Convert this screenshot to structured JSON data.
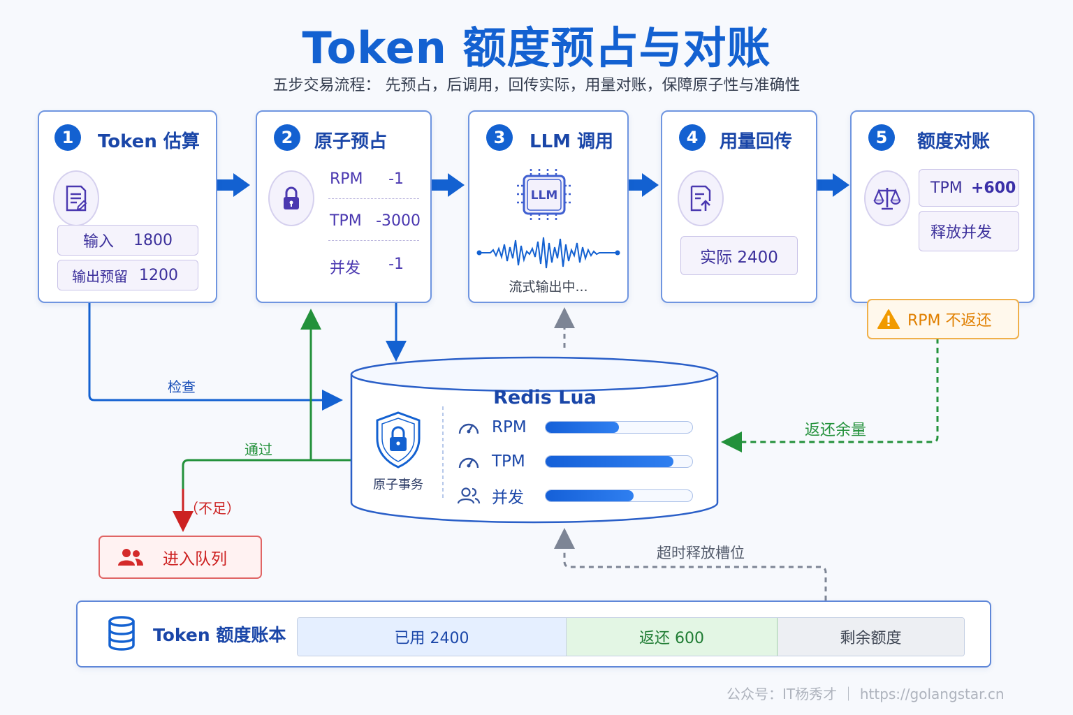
{
  "title": "Token 额度预占与对账",
  "subtitle": "五步交易流程： 先预占，后调用，回传实际，用量对账，保障原子性与准确性",
  "steps": [
    {
      "num": "1",
      "title": "Token 估算",
      "icon": "document-edit-icon",
      "rows": [
        {
          "label": "输入",
          "value": "1800"
        },
        {
          "label": "输出预留",
          "value": "1200"
        }
      ]
    },
    {
      "num": "2",
      "title": "原子预占",
      "icon": "lock-icon",
      "rows": [
        {
          "label": "RPM",
          "value": "-1"
        },
        {
          "label": "TPM",
          "value": "-3000"
        },
        {
          "label": "并发",
          "value": "-1"
        }
      ]
    },
    {
      "num": "3",
      "title": "LLM 调用",
      "icon": "chip-icon",
      "chip_label": "LLM",
      "status": "流式输出中..."
    },
    {
      "num": "4",
      "title": "用量回传",
      "icon": "document-upload-icon",
      "actual": "实际 2400"
    },
    {
      "num": "5",
      "title": "额度对账",
      "icon": "balance-scale-icon",
      "tpm_label": "TPM",
      "tpm_value": "+600",
      "release": "释放并发"
    }
  ],
  "warning": "RPM 不返还",
  "redis": {
    "title": "Redis Lua",
    "shield_label": "原子事务",
    "meters": [
      {
        "icon": "gauge-icon",
        "label": "RPM",
        "fill": 0.5
      },
      {
        "icon": "gauge-icon",
        "label": "TPM",
        "fill": 0.87
      },
      {
        "icon": "users-icon",
        "label": "并发",
        "fill": 0.6
      }
    ]
  },
  "flow_labels": {
    "check": "检查",
    "pass": "通过",
    "insufficient": "（不足）",
    "return_remaining": "返还余量",
    "timeout_release": "超时释放槽位"
  },
  "queue": "进入队列",
  "ledger": {
    "label": "Token 额度账本",
    "used": "已用 2400",
    "returned": "返还 600",
    "remaining": "剩余额度"
  },
  "footer": "公众号：IT杨秀才 ｜ https://golangstar.cn",
  "colors": {
    "primary": "#1361d1",
    "green": "#23913b",
    "red": "#cc2222",
    "orange": "#e08a00",
    "purple": "#4a38b0"
  }
}
